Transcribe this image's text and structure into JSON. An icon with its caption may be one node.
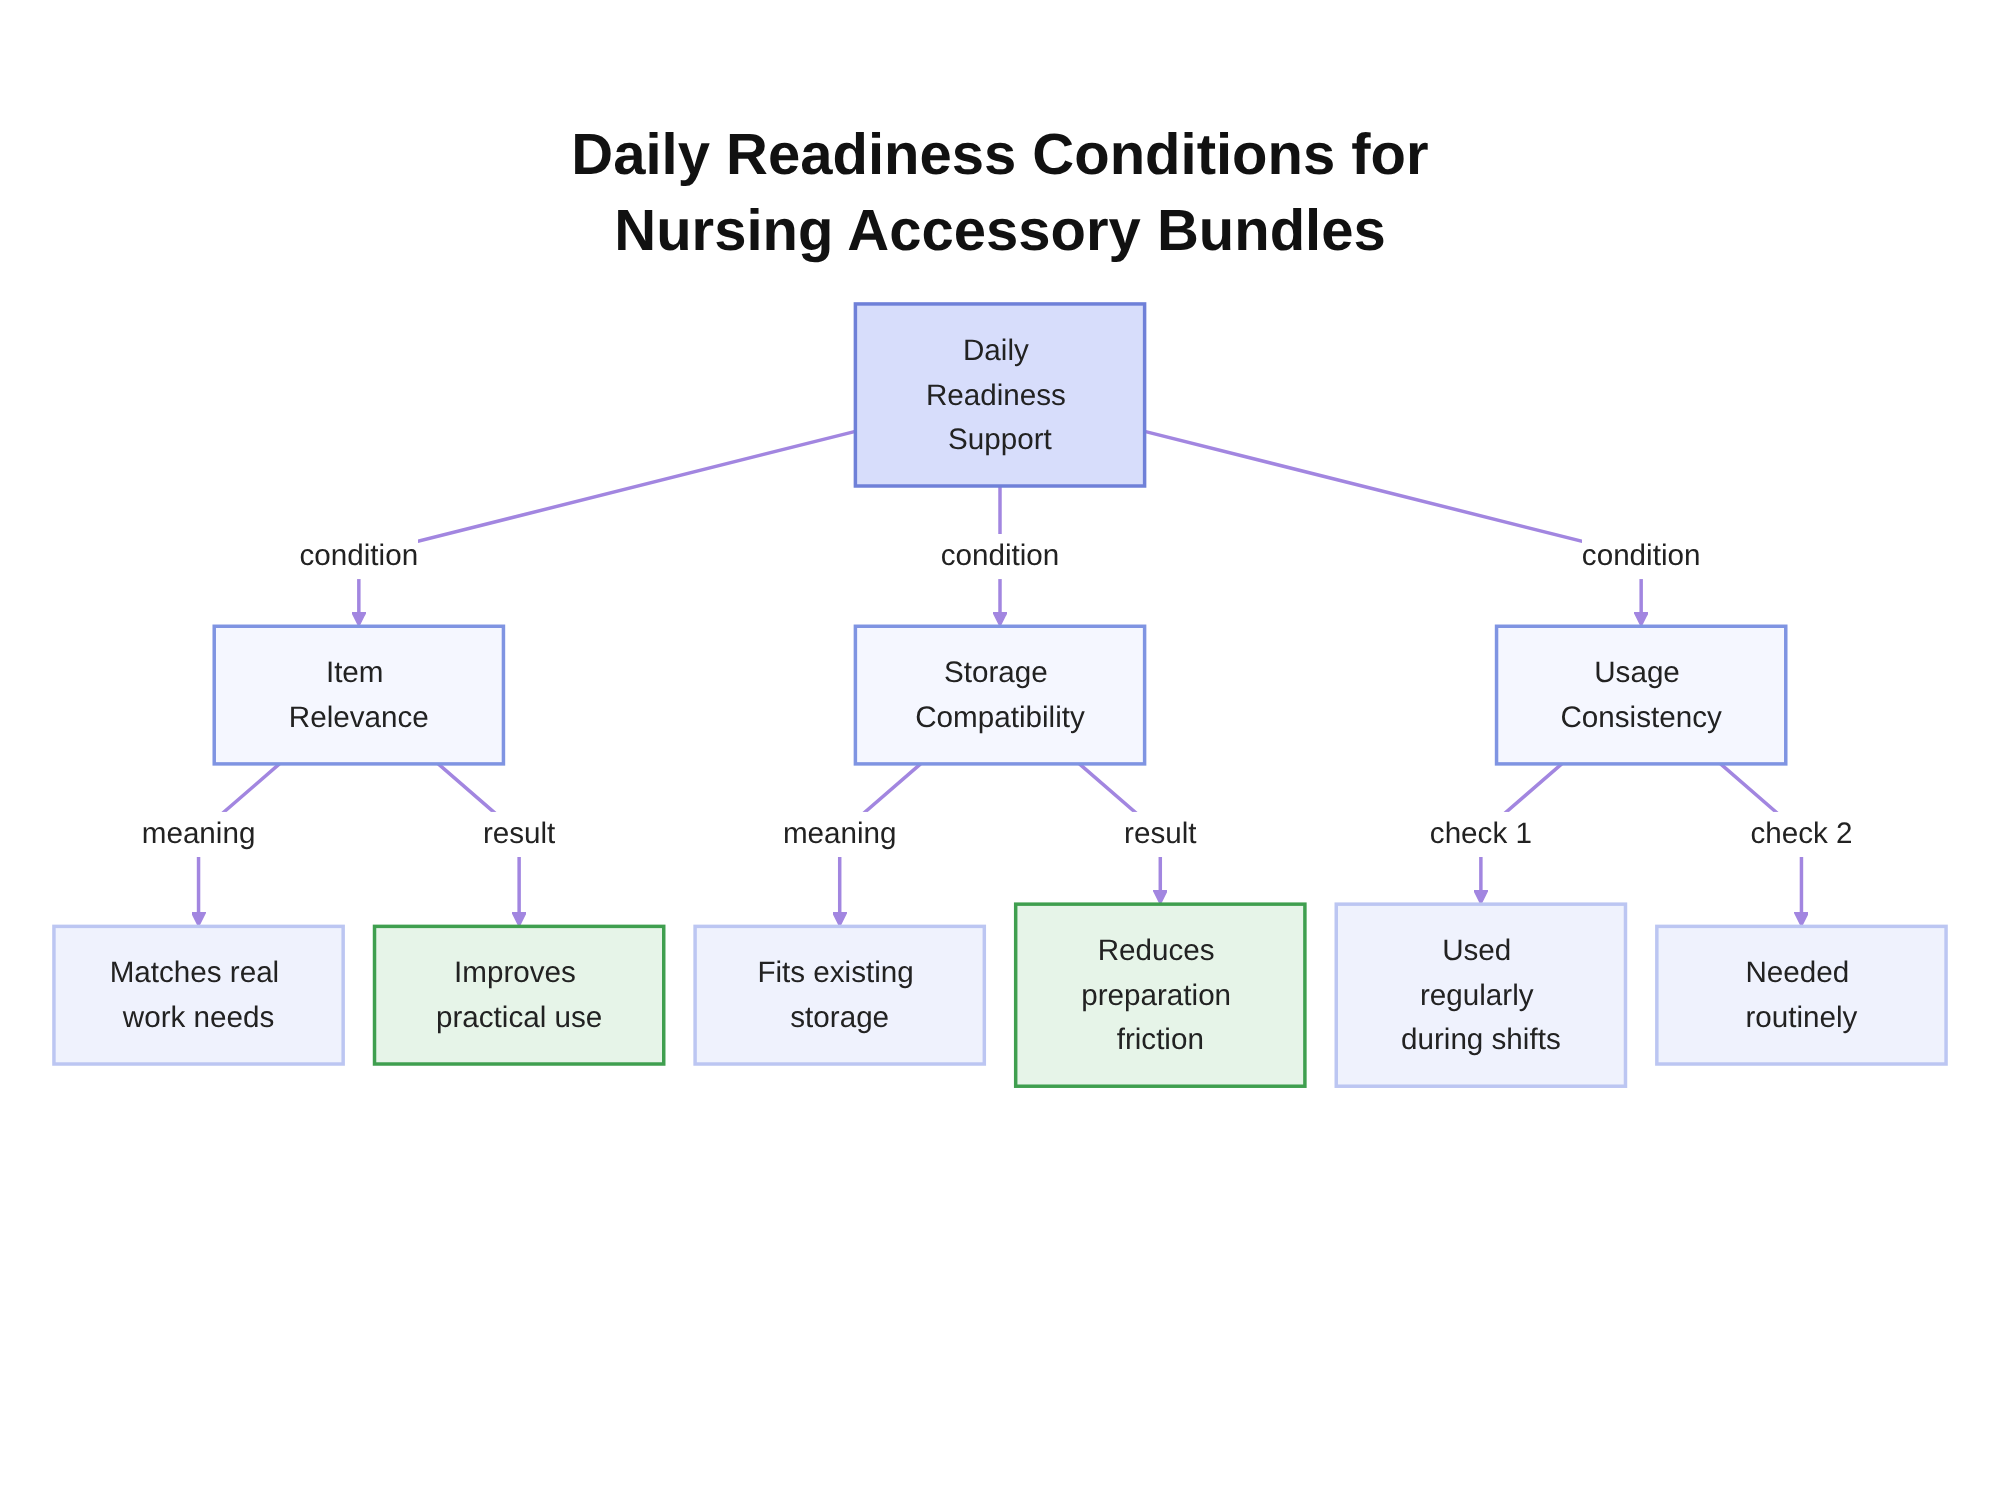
{
  "diagram": {
    "title": "Daily Readiness Conditions for Nursing Accessory Bundles",
    "nodes": [
      {
        "text": [
          "Daily Readiness Support"
        ]
      },
      {
        "text": [
          "Item Relevance"
        ]
      },
      {
        "text": [
          "Storage Compatibility"
        ]
      },
      {
        "text": [
          "Usage Consistency"
        ]
      },
      {
        "text": [
          "Matches real work needs"
        ]
      },
      {
        "text": [
          "Improves practical use"
        ]
      },
      {
        "text": [
          "Fits existing storage"
        ]
      },
      {
        "text": [
          "Reduces preparation friction"
        ]
      },
      {
        "text": [
          "Used regularly during shifts"
        ]
      },
      {
        "text": [
          "Needed routinely"
        ]
      }
    ],
    "edges": [
      {
        "from": 0,
        "to": 1,
        "arrow": "to",
        "label": "condition"
      },
      {
        "from": 0,
        "to": 2,
        "arrow": "to",
        "label": "condition"
      },
      {
        "from": 0,
        "to": 3,
        "arrow": "to",
        "label": "condition"
      },
      {
        "from": 1,
        "to": 4,
        "arrow": "to",
        "label": "meaning"
      },
      {
        "from": 1,
        "to": 5,
        "arrow": "to",
        "label": "result"
      },
      {
        "from": 2,
        "to": 6,
        "arrow": "to",
        "label": "meaning"
      },
      {
        "from": 2,
        "to": 7,
        "arrow": "to",
        "label": "result"
      },
      {
        "from": 3,
        "to": 8,
        "arrow": "to",
        "label": "check 1"
      },
      {
        "from": 3,
        "to": 9,
        "arrow": "to",
        "label": "check 2"
      }
    ]
  }
}
